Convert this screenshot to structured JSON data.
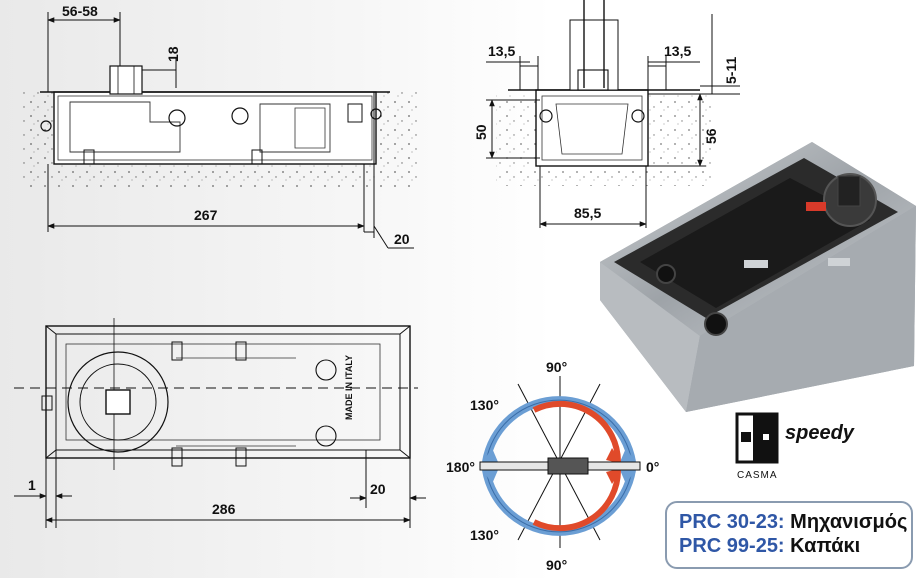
{
  "dimensions": {
    "top_offset": "56-58",
    "spindle_height": "18",
    "length_body": "267",
    "end_offset": "20",
    "side_ear_left": "13,5",
    "side_ear_right": "13,5",
    "cover_gap": "5-11",
    "height_inner": "50",
    "height_outer": "56",
    "width_base": "85,5",
    "edge_gap": "1",
    "plate_length": "286",
    "plate_end": "20"
  },
  "angles": {
    "top": "90°",
    "upper_left": "130°",
    "left": "180°",
    "right": "0°",
    "lower_left": "130°",
    "bottom": "90°"
  },
  "plate_text": "MADE IN ITALY",
  "brand": {
    "name": "speedy",
    "sub": "CASMA"
  },
  "info": {
    "line1_code": "PRC 30-23:",
    "line1_desc": "Μηχανισμός",
    "line2_code": "PRC 99-25:",
    "line2_desc": "Καπάκι"
  },
  "colors": {
    "accent_blue": "#2f57a6",
    "arrow_blue": "#6b9ed4",
    "arrow_red": "#e04a2a"
  }
}
